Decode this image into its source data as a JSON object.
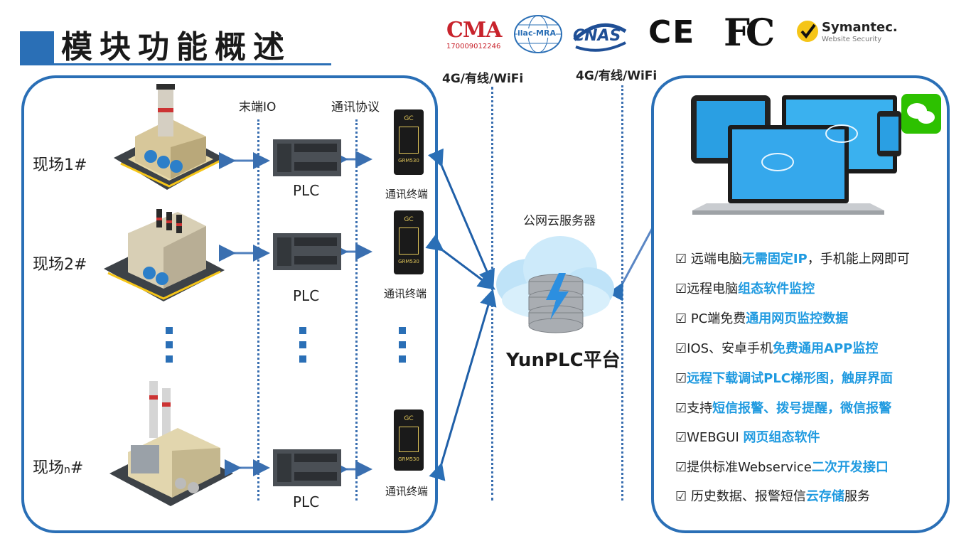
{
  "title": "模块功能概述",
  "header_labels": {
    "terminal_io": "末端IO",
    "protocol": "通讯协议",
    "network_left": "4G/有线/WiFi",
    "network_right": "4G/有线/WiFi",
    "cloud_server": "公网云服务器",
    "platform": "YunPLC平台"
  },
  "certifications": {
    "cma": "CMA",
    "cma_number": "170009012246",
    "ilac": "ilac-MRA",
    "cnas": "CNAS",
    "ce": "CE",
    "fc": "FC",
    "symantec": "Symantec.",
    "symantec_sub": "Website Security"
  },
  "sites": [
    {
      "label": "现场1#",
      "plc": "PLC",
      "terminal": "通讯终端",
      "device_text": "GRM530",
      "device_top": "GC"
    },
    {
      "label": "现场2#",
      "plc": "PLC",
      "terminal": "通讯终端",
      "device_text": "GRM530",
      "device_top": "GC"
    },
    {
      "label_main": "现场",
      "label_sub": "n",
      "label_hash": "#",
      "plc": "PLC",
      "terminal": "通讯终端",
      "device_text": "GRM530",
      "device_top": "GC"
    }
  ],
  "features": [
    {
      "prefix": "☑ 远端电脑",
      "highlight": "无需固定IP",
      "suffix": "，手机能上网即可"
    },
    {
      "prefix": "☑远程电脑",
      "highlight": "组态软件监控",
      "suffix": ""
    },
    {
      "prefix": "☑ PC端免费",
      "highlight": "通用网页监控数据",
      "suffix": ""
    },
    {
      "prefix": "☑IOS、安卓手机",
      "highlight": "免费通用APP监控",
      "suffix": ""
    },
    {
      "prefix": "☑",
      "highlight": "远程下载调试PLC梯形图，触屏界面",
      "suffix": ""
    },
    {
      "prefix": "☑支持",
      "highlight": "短信报警、拨号提醒，微信报警",
      "suffix": ""
    },
    {
      "prefix": "☑WEBGUI ",
      "highlight": "网页组态软件",
      "suffix": ""
    },
    {
      "prefix": "☑提供标准Webservice",
      "highlight": "二次开发接口",
      "suffix": ""
    },
    {
      "prefix": "☑ 历史数据、报警短信",
      "highlight": "云存储",
      "suffix": "服务"
    }
  ],
  "colors": {
    "accent": "#2a6fb6",
    "highlight": "#1f9ae0",
    "cloud": "#9fd4f4"
  }
}
